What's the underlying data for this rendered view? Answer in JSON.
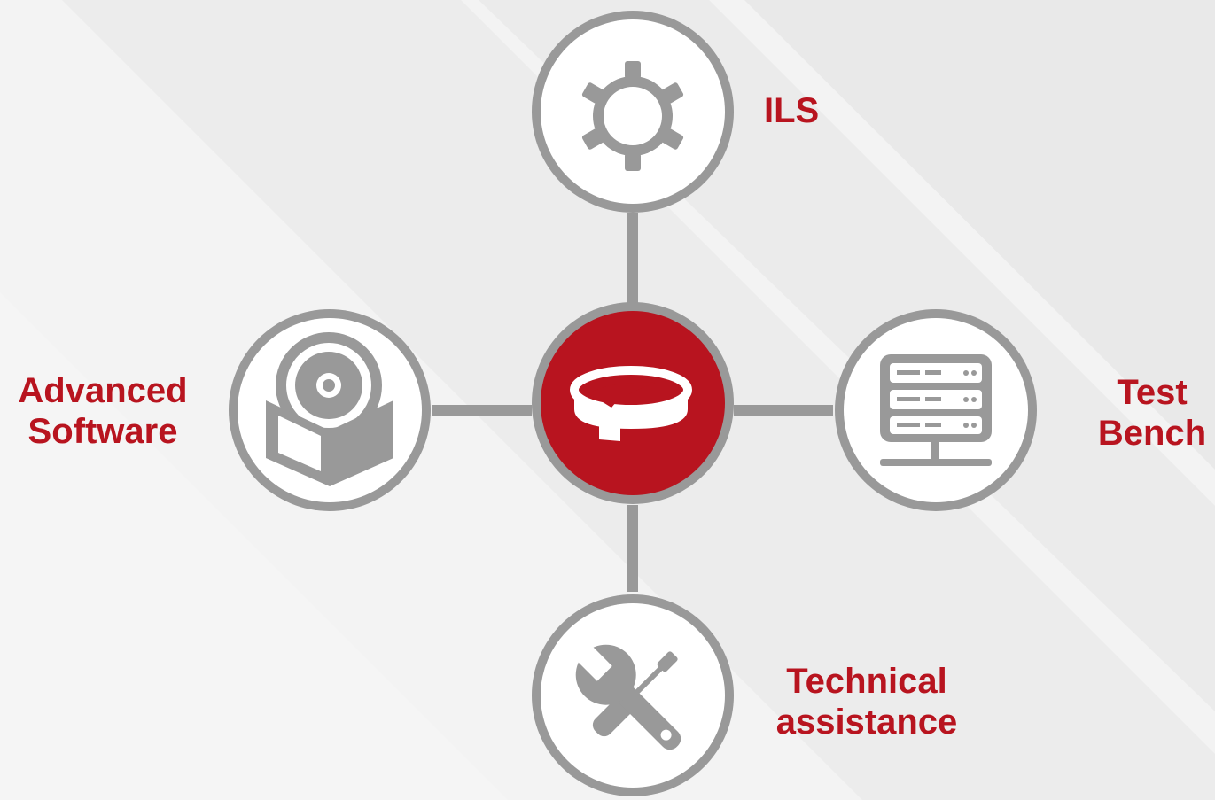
{
  "colors": {
    "accent": "#b8141f",
    "ring": "#999999",
    "icon": "#999999",
    "node_fill": "#ffffff",
    "background": "#f1f1f1"
  },
  "diagram": {
    "center": {
      "icon": "brand-logo-icon"
    },
    "nodes": {
      "ils": {
        "icon": "gear-icon",
        "label": "ILS"
      },
      "advanced_software": {
        "icon": "software-package-icon",
        "label_line1": "Advanced",
        "label_line2": "Software"
      },
      "test_bench": {
        "icon": "server-rack-icon",
        "label_line1": "Test",
        "label_line2": "Bench"
      },
      "technical_assistance": {
        "icon": "tools-icon",
        "label_line1": "Technical",
        "label_line2": "assistance"
      }
    }
  }
}
